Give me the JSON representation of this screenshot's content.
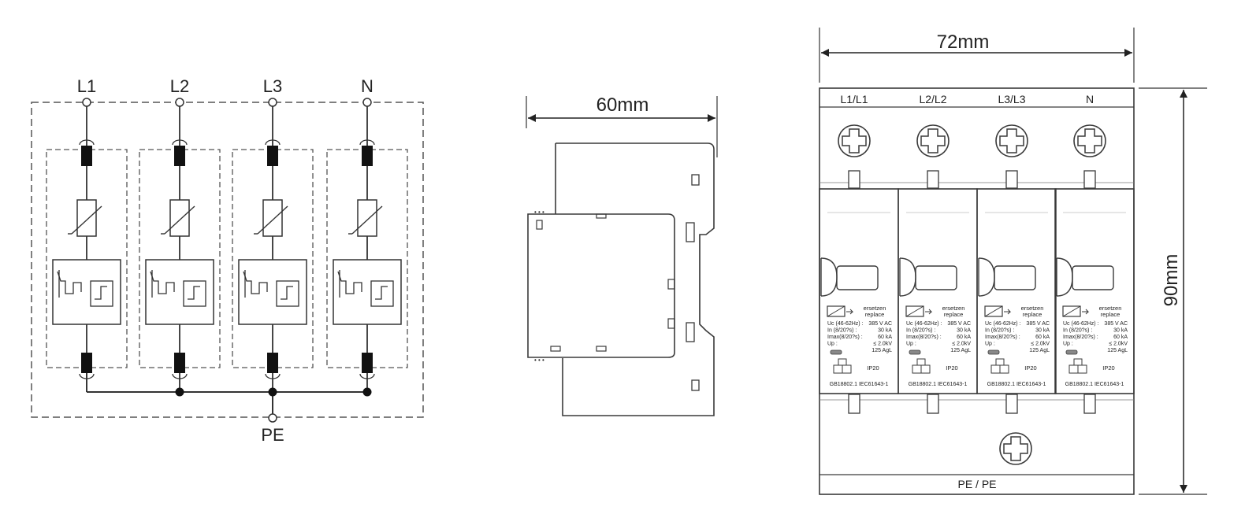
{
  "schematic": {
    "phases": [
      "L1",
      "L2",
      "L3",
      "N"
    ],
    "ground": "PE"
  },
  "side_view": {
    "width_label": "60mm"
  },
  "front_view": {
    "width_label": "72mm",
    "height_label": "90mm",
    "top_terminals": [
      "L1/L1",
      "L2/L2",
      "L3/L3",
      "N"
    ],
    "bottom_label": "PE / PE",
    "modules": [
      {
        "replace_de": "ersetzen",
        "replace_en": "replace",
        "specs": [
          "Uc (46-62Hz) : 385 V AC",
          "In (8/20?s) : 30 kA",
          "Imax(8/20?s) : 60 kA",
          "Up : ≤ 2.0kV",
          "125 AgL"
        ],
        "ip": "IP20",
        "standards": "GB18802.1 IEC61643-1"
      },
      {
        "replace_de": "ersetzen",
        "replace_en": "replace",
        "specs": [
          "Uc (46-62Hz) : 385 V AC",
          "In (8/20?s) : 30 kA",
          "Imax(8/20?s) : 60 kA",
          "Up : ≤ 2.0kV",
          "125 AgL"
        ],
        "ip": "IP20",
        "standards": "GB18802.1 IEC61643-1"
      },
      {
        "replace_de": "ersetzen",
        "replace_en": "replace",
        "specs": [
          "Uc (46-62Hz) : 385 V AC",
          "In (8/20?s) : 30 kA",
          "Imax(8/20?s) : 60 kA",
          "Up : ≤ 2.0kV",
          "125 AgL"
        ],
        "ip": "IP20",
        "standards": "GB18802.1 IEC61643-1"
      },
      {
        "replace_de": "ersetzen",
        "replace_en": "replace",
        "specs": [
          "Uc (46-62Hz) : 385 V AC",
          "In (8/20?s) : 30 kA",
          "Imax(8/20?s) : 60 kA",
          "Up : ≤ 2.0kV",
          "125 AgL"
        ],
        "ip": "IP20",
        "standards": "GB18802.1 IEC61643-1"
      }
    ]
  }
}
